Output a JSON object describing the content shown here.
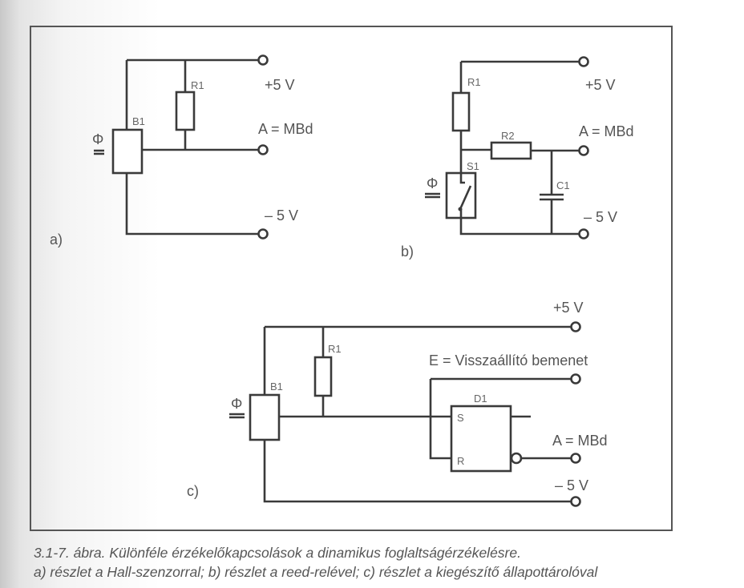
{
  "figure": {
    "panel_a": {
      "label": "a)",
      "sensor": "B1",
      "resistor": "R1",
      "phi": "Φ",
      "plus": "+5 V",
      "out": "A = MBd",
      "minus": "– 5 V"
    },
    "panel_b": {
      "label": "b)",
      "r1": "R1",
      "r2": "R2",
      "switch": "S1",
      "cap": "C1",
      "phi": "Φ",
      "plus": "+5 V",
      "out": "A = MBd",
      "minus": "– 5 V"
    },
    "panel_c": {
      "label": "c)",
      "sensor": "B1",
      "resistor": "R1",
      "flipflop": "D1",
      "s": "S",
      "r": "R",
      "phi": "Φ",
      "plus": "+5 V",
      "reset": "E = Visszaállító bemenet",
      "out": "A = MBd",
      "minus": "– 5 V"
    }
  },
  "caption": {
    "line1": "3.1-7. ábra. Különféle érzékelőkapcsolások a dinamikus foglaltságérzékelésre.",
    "line2": "a) részlet a Hall-szenzorral; b) részlet a reed-relével; c) részlet a kiegészítő állapottárolóval"
  }
}
